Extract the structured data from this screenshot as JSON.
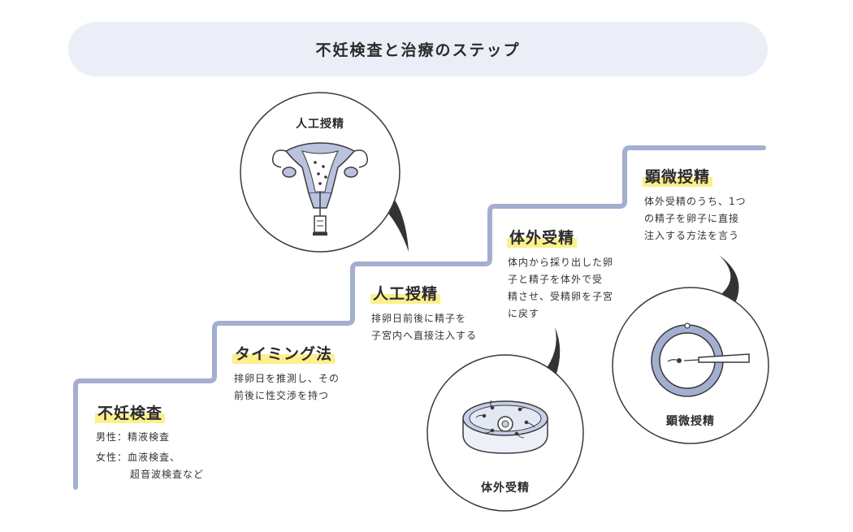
{
  "title": "不妊検査と治療のステップ",
  "steps": [
    {
      "title": "不妊検査",
      "details": [
        {
          "key": "男性：",
          "value": "精液検査"
        },
        {
          "key": "女性：",
          "value": "血液検査、"
        },
        {
          "key": "",
          "value": "超音波検査など"
        }
      ]
    },
    {
      "title": "タイミング法",
      "desc_lines": [
        "排卵日を推測し、その",
        "前後に性交渉を持つ"
      ]
    },
    {
      "title": "人工授精",
      "desc_lines": [
        "排卵日前後に精子を",
        "子宮内へ直接注入する"
      ]
    },
    {
      "title": "体外受精",
      "desc_lines": [
        "体内から採り出した卵",
        "子と精子を体外で受",
        "精させ、受精卵を子宮",
        "に戻す"
      ]
    },
    {
      "title": "顕微授精",
      "desc_lines": [
        "体外受精のうち、1つ",
        "の精子を卵子に直接",
        "注入する方法を言う"
      ]
    }
  ],
  "illustrations": [
    {
      "label": "人工授精",
      "icon": "uterus-syringe-icon"
    },
    {
      "label": "体外受精",
      "icon": "petri-dish-icon"
    },
    {
      "label": "顕微授精",
      "icon": "microinjection-icon"
    }
  ],
  "colors": {
    "stair": "#a3aed0",
    "title_bg": "#eceef7",
    "highlight": "#fbf08c",
    "text": "#2b2b2b",
    "outline": "#3a3a3a"
  }
}
